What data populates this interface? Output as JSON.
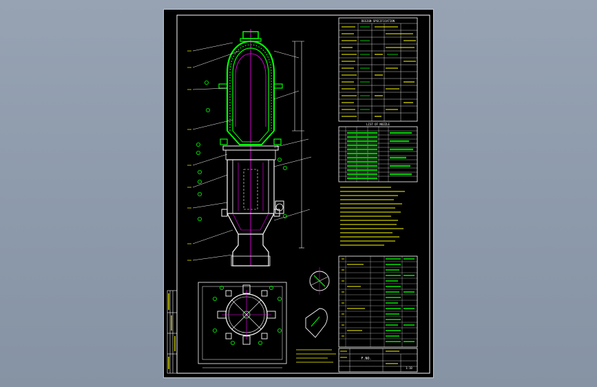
{
  "drawing": {
    "design_data_title": "DESIGN SPECIFICATION",
    "nozzle_list_title": "LIST OF NOZZLE",
    "title_block": {
      "drawing_name": "F.NO.",
      "scale": "1:10"
    }
  },
  "colors": {
    "background": "#8d9aab",
    "sheet": "#000000",
    "outline": "#ffffff",
    "vessel": "#00ff00",
    "centerline": "#ff00ff",
    "annotation": "#ffff00",
    "table_cells": "#00c800"
  }
}
